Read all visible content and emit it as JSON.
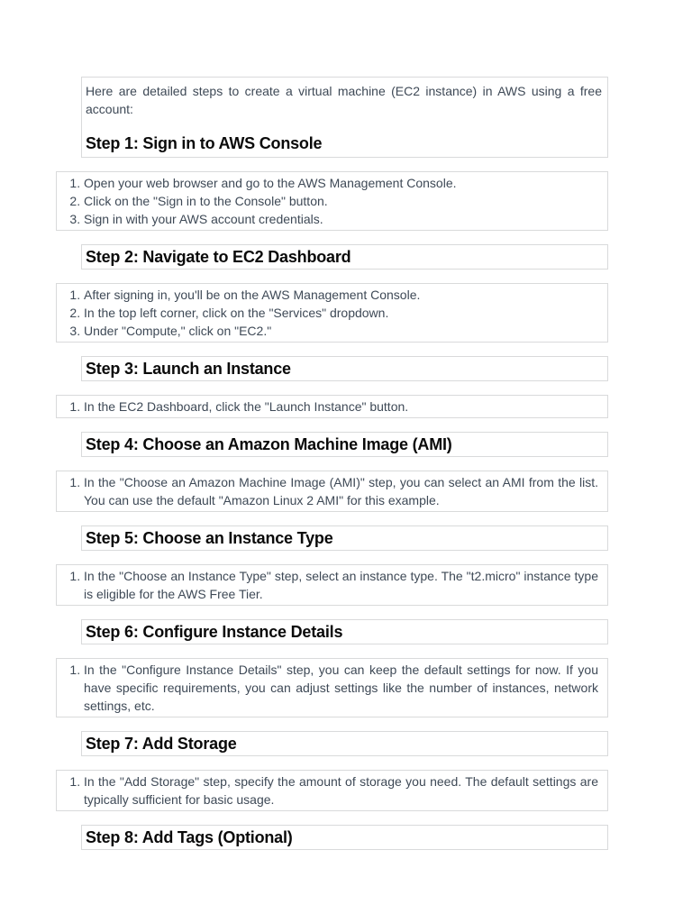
{
  "document": {
    "intro": "Here are detailed steps to create a virtual machine (EC2 instance) in AWS using a free account:",
    "sections": [
      {
        "heading": "Step 1: Sign in to AWS Console",
        "items": [
          "Open your web browser and go to the AWS Management Console.",
          "Click on the \"Sign in to the Console\" button.",
          "Sign in with your AWS account credentials."
        ]
      },
      {
        "heading": "Step 2: Navigate to EC2 Dashboard",
        "items": [
          "After signing in, you'll be on the AWS Management Console.",
          "In the top left corner, click on the \"Services\" dropdown.",
          "Under \"Compute,\" click on \"EC2.\""
        ]
      },
      {
        "heading": "Step 3: Launch an Instance",
        "items": [
          "In the EC2 Dashboard, click the \"Launch Instance\" button."
        ]
      },
      {
        "heading": "Step 4: Choose an Amazon Machine Image (AMI)",
        "items": [
          "In the \"Choose an Amazon Machine Image (AMI)\" step, you can select an AMI from the list. You can use the default \"Amazon Linux 2 AMI\" for this example."
        ]
      },
      {
        "heading": "Step 5: Choose an Instance Type",
        "items": [
          "In the \"Choose an Instance Type\" step, select an instance type. The \"t2.micro\" instance type is eligible for the AWS Free Tier."
        ]
      },
      {
        "heading": "Step 6: Configure Instance Details",
        "items": [
          "In the \"Configure Instance Details\" step, you can keep the default settings for now. If you have specific requirements, you can adjust settings like the number of instances, network settings, etc."
        ]
      },
      {
        "heading": "Step 7: Add Storage",
        "items": [
          "In the \"Add Storage\" step, specify the amount of storage you need. The default settings are typically sufficient for basic usage."
        ]
      },
      {
        "heading": "Step 8: Add Tags (Optional)",
        "items": []
      }
    ],
    "colors": {
      "page_background": "#ffffff",
      "body_text": "#3e4956",
      "heading_text": "#0a0a0a",
      "box_border": "#d9dadb"
    }
  }
}
